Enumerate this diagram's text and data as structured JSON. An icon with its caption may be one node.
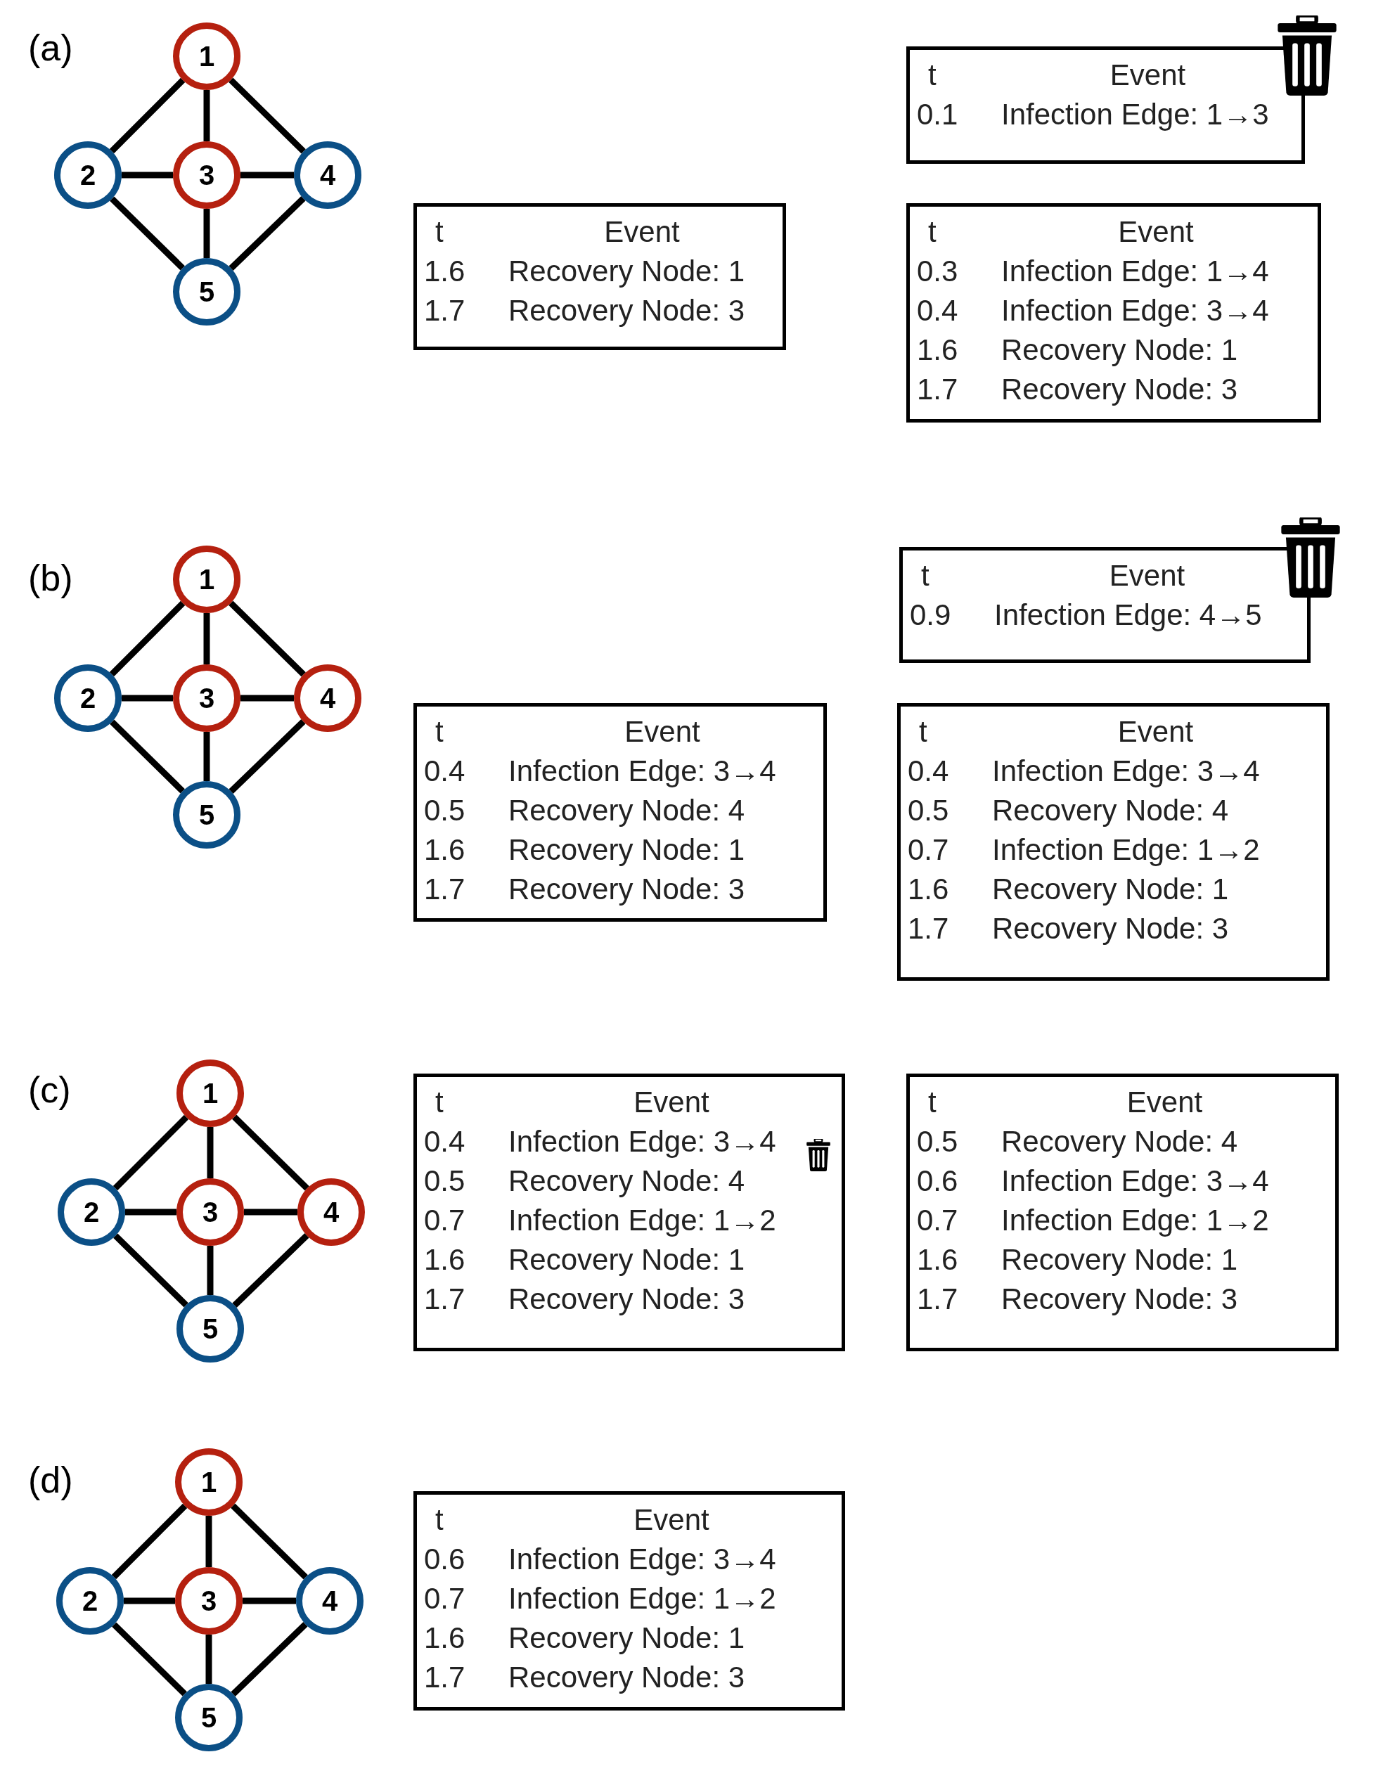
{
  "diagram": {
    "nodes": [
      {
        "text": [
          "1"
        ]
      },
      {
        "text": [
          "2"
        ]
      },
      {
        "text": [
          "3"
        ]
      },
      {
        "text": [
          "4"
        ]
      },
      {
        "text": [
          "5"
        ]
      },
      {
        "text": [
          "t",
          "Event",
          "0.1",
          "Infection Edge: 1→3"
        ]
      },
      {
        "text": [
          "t",
          "Event",
          "1.6",
          "Recovery Node: 1",
          "1.7",
          "Recovery Node: 3"
        ]
      },
      {
        "text": [
          "t",
          "Event",
          "0.3",
          "Infection Edge: 1→4",
          "0.4",
          "Infection Edge: 3→4",
          "1.6",
          "Recovery Node: 1",
          "1.7",
          "Recovery Node: 3"
        ]
      },
      {
        "text": [
          "1"
        ]
      },
      {
        "text": [
          "2"
        ]
      },
      {
        "text": [
          "3"
        ]
      },
      {
        "text": [
          "4"
        ]
      },
      {
        "text": [
          "5"
        ]
      },
      {
        "text": [
          "t",
          "Event",
          "0.9",
          "Infection Edge: 4→5"
        ]
      },
      {
        "text": [
          "t",
          "Event",
          "0.4",
          "Infection Edge: 3→4",
          "0.5",
          "Recovery Node: 4",
          "1.6",
          "Recovery Node: 1",
          "1.7",
          "Recovery Node: 3"
        ]
      },
      {
        "text": [
          "t",
          "Event",
          "0.4",
          "Infection Edge: 3→4",
          "0.5",
          "Recovery Node: 4",
          "0.7",
          "Infection Edge: 1→2",
          "1.6",
          "Recovery Node: 1",
          "1.7",
          "Recovery Node: 3"
        ]
      },
      {
        "text": [
          "1"
        ]
      },
      {
        "text": [
          "2"
        ]
      },
      {
        "text": [
          "3"
        ]
      },
      {
        "text": [
          "4"
        ]
      },
      {
        "text": [
          "5"
        ]
      },
      {
        "text": [
          "t",
          "Event",
          "0.4",
          "Infection Edge: 3→4",
          "0.5",
          "Recovery Node: 4",
          "0.7",
          "Infection Edge: 1→2",
          "1.6",
          "Recovery Node: 1",
          "1.7",
          "Recovery Node: 3"
        ]
      },
      {
        "text": [
          "t",
          "Event",
          "0.5",
          "Recovery Node: 4",
          "0.6",
          "Infection Edge: 3→4",
          "0.7",
          "Infection Edge: 1→2",
          "1.6",
          "Recovery Node: 1",
          "1.7",
          "Recovery Node: 3"
        ]
      },
      {
        "text": [
          "1"
        ]
      },
      {
        "text": [
          "2"
        ]
      },
      {
        "text": [
          "3"
        ]
      },
      {
        "text": [
          "4"
        ]
      },
      {
        "text": [
          "5"
        ]
      },
      {
        "text": [
          "t",
          "Event",
          "0.6",
          "Infection Edge: 3→4",
          "0.7",
          "Infection Edge: 1→2",
          "1.6",
          "Recovery Node: 1",
          "1.7",
          "Recovery Node: 3"
        ]
      }
    ],
    "edges": [
      {
        "from": 0,
        "to": 1,
        "arrow": "none"
      },
      {
        "from": 0,
        "to": 2,
        "arrow": "none"
      },
      {
        "from": 0,
        "to": 3,
        "arrow": "none"
      },
      {
        "from": 1,
        "to": 2,
        "arrow": "none"
      },
      {
        "from": 2,
        "to": 3,
        "arrow": "none"
      },
      {
        "from": 1,
        "to": 4,
        "arrow": "none"
      },
      {
        "from": 2,
        "to": 4,
        "arrow": "none"
      },
      {
        "from": 3,
        "to": 4,
        "arrow": "none"
      },
      {
        "from": 8,
        "to": 9,
        "arrow": "none"
      },
      {
        "from": 8,
        "to": 10,
        "arrow": "none"
      },
      {
        "from": 8,
        "to": 11,
        "arrow": "none"
      },
      {
        "from": 9,
        "to": 10,
        "arrow": "none"
      },
      {
        "from": 10,
        "to": 11,
        "arrow": "none"
      },
      {
        "from": 9,
        "to": 12,
        "arrow": "none"
      },
      {
        "from": 10,
        "to": 12,
        "arrow": "none"
      },
      {
        "from": 11,
        "to": 12,
        "arrow": "none"
      },
      {
        "from": 16,
        "to": 17,
        "arrow": "none"
      },
      {
        "from": 16,
        "to": 18,
        "arrow": "none"
      },
      {
        "from": 16,
        "to": 19,
        "arrow": "none"
      },
      {
        "from": 17,
        "to": 18,
        "arrow": "none"
      },
      {
        "from": 18,
        "to": 19,
        "arrow": "none"
      },
      {
        "from": 17,
        "to": 20,
        "arrow": "none"
      },
      {
        "from": 18,
        "to": 20,
        "arrow": "none"
      },
      {
        "from": 19,
        "to": 20,
        "arrow": "none"
      },
      {
        "from": 23,
        "to": 24,
        "arrow": "none"
      },
      {
        "from": 23,
        "to": 25,
        "arrow": "none"
      },
      {
        "from": 23,
        "to": 26,
        "arrow": "none"
      },
      {
        "from": 24,
        "to": 25,
        "arrow": "none"
      },
      {
        "from": 25,
        "to": 26,
        "arrow": "none"
      },
      {
        "from": 24,
        "to": 27,
        "arrow": "none"
      },
      {
        "from": 25,
        "to": 27,
        "arrow": "none"
      },
      {
        "from": 26,
        "to": 27,
        "arrow": "none"
      }
    ],
    "labels": [
      "(a)",
      "(b)",
      "(c)",
      "(d)"
    ]
  }
}
